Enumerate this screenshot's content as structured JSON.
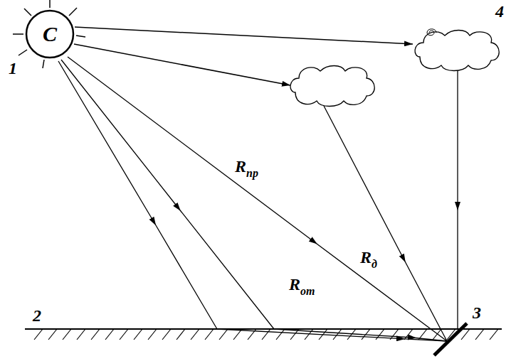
{
  "diagram": {
    "nodes": [
      {
        "text": [
          "С"
        ]
      }
    ],
    "labels": [
      "1",
      "R",
      "пр",
      "R",
      "д",
      "4",
      "3",
      "R",
      "от",
      "2"
    ]
  }
}
